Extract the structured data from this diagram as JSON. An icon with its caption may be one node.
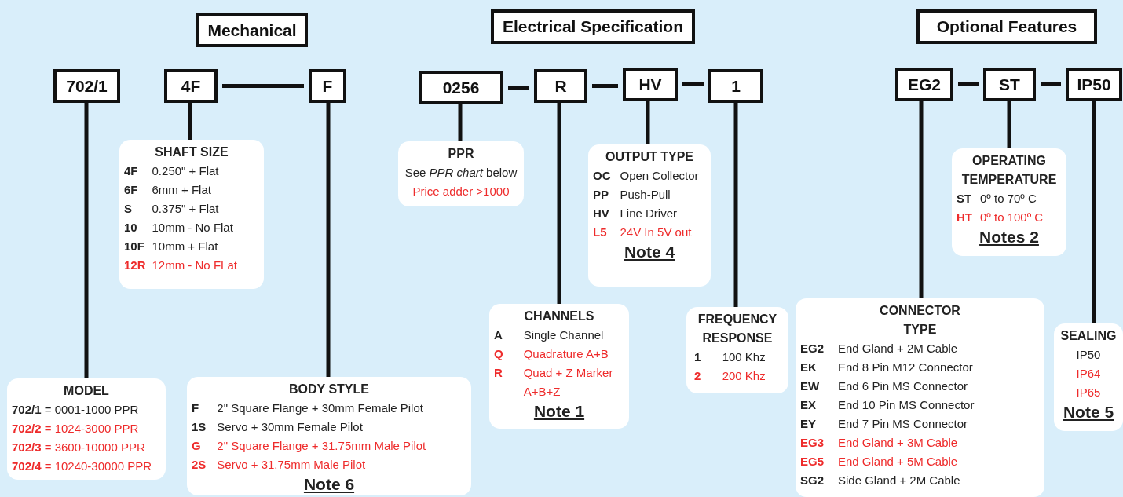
{
  "diagram": {
    "nodes": [
      {
        "text": [
          "Mechanical"
        ]
      },
      {
        "text": [
          "Electrical Specification"
        ]
      },
      {
        "text": [
          "Optional Features"
        ]
      },
      {
        "text": [
          "702/1"
        ]
      },
      {
        "text": [
          "4F"
        ]
      },
      {
        "text": [
          "F"
        ]
      },
      {
        "text": [
          "0256"
        ]
      },
      {
        "text": [
          "R"
        ]
      },
      {
        "text": [
          "HV"
        ]
      },
      {
        "text": [
          "1"
        ]
      },
      {
        "text": [
          "EG2"
        ]
      },
      {
        "text": [
          "ST"
        ]
      },
      {
        "text": [
          "IP50"
        ]
      },
      {
        "text": [
          "SHAFT SIZE",
          "4F",
          "0.250\" + Flat",
          "6F",
          "6mm + Flat",
          "S",
          "0.375\" + Flat",
          "10",
          "10mm - No Flat",
          "10F",
          "10mm + Flat",
          "12R",
          "12mm - No FLat"
        ]
      },
      {
        "text": [
          "PPR",
          "See *PPR chart* below",
          "Price adder >1000"
        ]
      },
      {
        "text": [
          "OUTPUT TYPE",
          "OC",
          "Open Collector",
          "PP",
          "Push-Pull",
          "HV",
          "Line Driver",
          "L5",
          "24V In 5V out",
          "Note 4"
        ]
      },
      {
        "text": [
          "OPERATING TEMPERATURE",
          "ST",
          "0º to 70º C",
          "HT",
          "0º to 100º C",
          "Notes 2"
        ]
      },
      {
        "text": [
          "CHANNELS",
          "A",
          "Single Channel",
          "Q",
          "Quadrature A+B",
          "R",
          "Quad + Z Marker A+B+Z",
          "Note 1"
        ]
      },
      {
        "text": [
          "FREQUENCY RESPONSE",
          "1",
          "100 Khz",
          "2",
          "200 Khz"
        ]
      },
      {
        "text": [
          "CONNECTOR TYPE",
          "EG2",
          "End Gland + 2M Cable",
          "EK",
          "End 8 Pin M12 Connector",
          "EW",
          "End 6 Pin MS Connector",
          "EX",
          "End 10 Pin MS Connector",
          "EY",
          "End 7 Pin MS Connector",
          "EG3",
          "End Gland + 3M Cable",
          "EG5",
          "End Gland + 5M Cable",
          "SG2",
          "Side Gland + 2M Cable"
        ]
      },
      {
        "text": [
          "SEALING",
          "IP50",
          "IP64",
          "IP65",
          "Note 5"
        ]
      },
      {
        "text": [
          "MODEL",
          "**702/1** = 0001-1000 PPR",
          "**702/2** = 1024-3000 PPR",
          "**702/3** = 3600-10000 PPR",
          "**702/4** = 10240-30000 PPR"
        ]
      },
      {
        "text": [
          "BODY STYLE",
          "F",
          "2\" Square Flange + 30mm Female Pilot",
          "1S",
          "Servo + 30mm Female Pilot",
          "G",
          "2\" Square Flange + 31.75mm Male Pilot",
          "2S",
          "Servo + 31.75mm Male Pilot",
          "Note 6"
        ]
      }
    ],
    "edges": [
      {
        "from": 4,
        "to": 5,
        "arrow": "none"
      },
      {
        "from": 6,
        "to": 7,
        "arrow": "none"
      },
      {
        "from": 7,
        "to": 8,
        "arrow": "none"
      },
      {
        "from": 8,
        "to": 9,
        "arrow": "none"
      },
      {
        "from": 10,
        "to": 11,
        "arrow": "none"
      },
      {
        "from": 11,
        "to": 12,
        "arrow": "none"
      },
      {
        "from": 3,
        "to": 21,
        "arrow": "none"
      },
      {
        "from": 4,
        "to": 13,
        "arrow": "none"
      },
      {
        "from": 5,
        "to": 22,
        "arrow": "none"
      },
      {
        "from": 6,
        "to": 14,
        "arrow": "none"
      },
      {
        "from": 7,
        "to": 17,
        "arrow": "none"
      },
      {
        "from": 8,
        "to": 15,
        "arrow": "none"
      },
      {
        "from": 9,
        "to": 18,
        "arrow": "none"
      },
      {
        "from": 10,
        "to": 19,
        "arrow": "none"
      },
      {
        "from": 11,
        "to": 16,
        "arrow": "none"
      },
      {
        "from": 12,
        "to": 20,
        "arrow": "none"
      }
    ]
  }
}
